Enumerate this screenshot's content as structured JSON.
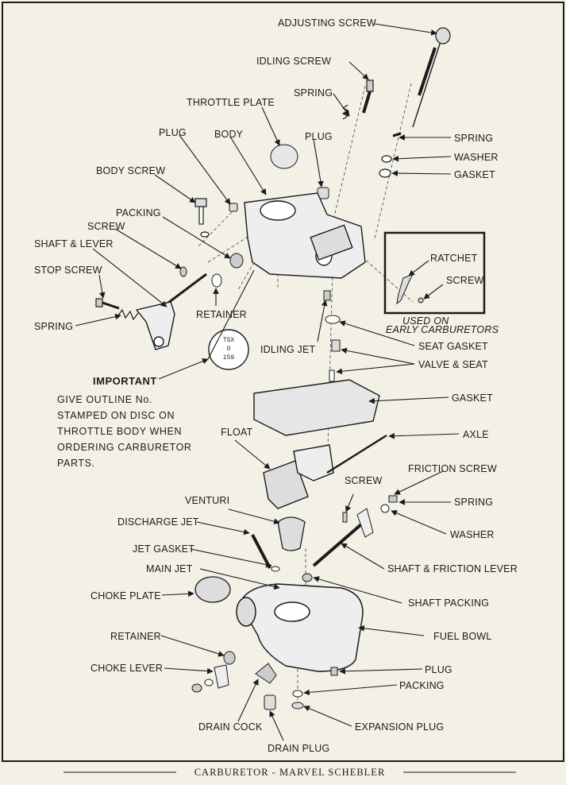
{
  "labels": {
    "adjusting_screw": "ADJUSTING SCREW",
    "idling_screw": "IDLING SCREW",
    "spring_top": "SPRING",
    "throttle_plate": "THROTTLE PLATE",
    "plug_left": "PLUG",
    "body": "BODY",
    "plug_center": "PLUG",
    "spring_right": "SPRING",
    "washer_right": "WASHER",
    "gasket_top": "GASKET",
    "body_screw": "BODY SCREW",
    "packing": "PACKING",
    "screw_left": "SCREW",
    "shaft_lever": "SHAFT & LEVER",
    "stop_screw": "STOP SCREW",
    "spring_left": "SPRING",
    "retainer_top": "RETAINER",
    "ratchet": "RATCHET",
    "screw_ratchet": "SCREW",
    "used_on_1": "USED ON",
    "used_on_2": "EARLY CARBURETORS",
    "idling_jet": "IDLING JET",
    "seat_gasket": "SEAT GASKET",
    "valve_seat": "VALVE & SEAT",
    "gasket_mid": "GASKET",
    "float": "FLOAT",
    "axle": "AXLE",
    "friction_screw": "FRICTION SCREW",
    "screw_mid": "SCREW",
    "venturi": "VENTURI",
    "spring_bottom": "SPRING",
    "discharge_jet": "DISCHARGE JET",
    "washer_bottom": "WASHER",
    "jet_gasket": "JET GASKET",
    "main_jet": "MAIN JET",
    "shaft_friction_lever": "SHAFT & FRICTION LEVER",
    "choke_plate": "CHOKE PLATE",
    "shaft_packing": "SHAFT PACKING",
    "retainer_bottom": "RETAINER",
    "fuel_bowl": "FUEL BOWL",
    "choke_lever": "CHOKE LEVER",
    "plug_bottom": "PLUG",
    "packing_bottom": "PACKING",
    "drain_cock": "DRAIN COCK",
    "expansion_plug": "EXPANSION PLUG",
    "drain_plug": "DRAIN PLUG"
  },
  "disc": {
    "line1": "TSX",
    "line2": "O",
    "line3": "159"
  },
  "important": {
    "title": "IMPORTANT",
    "lines": [
      "GIVE OUTLINE No.",
      "STAMPED ON DISC ON",
      "THROTTLE BODY WHEN",
      "ORDERING CARBURETOR",
      "PARTS."
    ]
  },
  "footer": "CARBURETOR - MARVEL SCHEBLER"
}
